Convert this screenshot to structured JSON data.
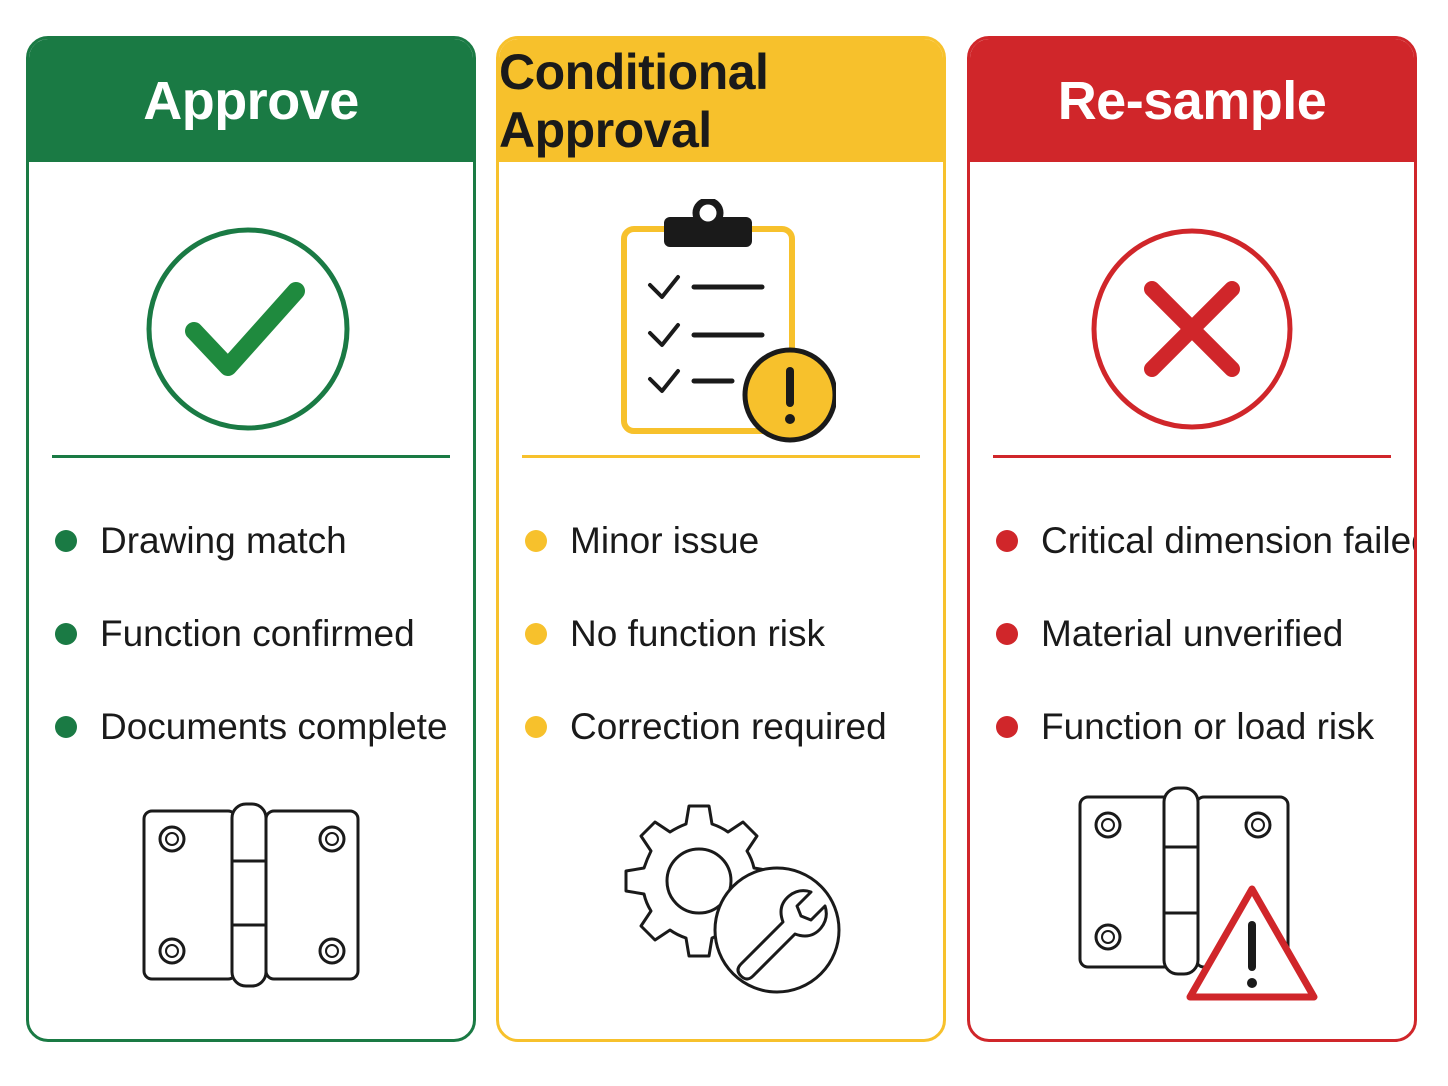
{
  "cards": [
    {
      "title": "Approve",
      "color": "#1a7a44",
      "main_icon": "check-circle-icon",
      "items": [
        "Drawing match",
        "Function confirmed",
        "Documents complete"
      ],
      "bottom_icon": "hinge-icon"
    },
    {
      "title": "Conditional Approval",
      "color": "#f7c12c",
      "main_icon": "clipboard-warning-icon",
      "items": [
        "Minor issue",
        "No function risk",
        "Correction required"
      ],
      "bottom_icon": "gear-wrench-icon"
    },
    {
      "title": "Re-sample",
      "color": "#d0262a",
      "main_icon": "x-circle-icon",
      "items": [
        "Critical dimension failed",
        "Material unverified",
        "Function or load risk"
      ],
      "bottom_icon": "hinge-warning-icon"
    }
  ]
}
